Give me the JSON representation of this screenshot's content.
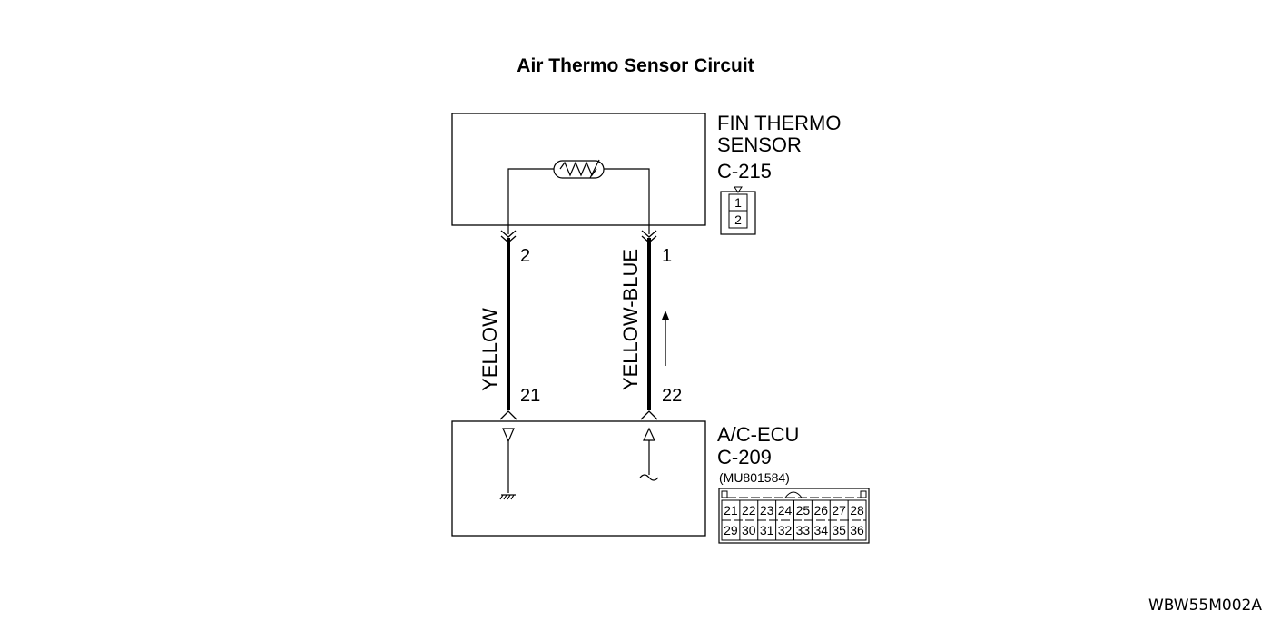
{
  "title": "Air Thermo Sensor Circuit",
  "sensor": {
    "name_line1": "FIN THERMO",
    "name_line2": "SENSOR",
    "connector": "C-215",
    "connector_pins": [
      "1",
      "2"
    ]
  },
  "ecu": {
    "name": "A/C-ECU",
    "connector": "C-209",
    "part_number": "(MU801584)",
    "connector_pins_row1": [
      "21",
      "22",
      "23",
      "24",
      "25",
      "26",
      "27",
      "28"
    ],
    "connector_pins_row2": [
      "29",
      "30",
      "31",
      "32",
      "33",
      "34",
      "35",
      "36"
    ]
  },
  "wires": [
    {
      "color_label": "YELLOW",
      "sensor_pin": "2",
      "ecu_pin": "21"
    },
    {
      "color_label": "YELLOW-BLUE",
      "sensor_pin": "1",
      "ecu_pin": "22"
    }
  ],
  "figure_code": "WBW55M002A"
}
